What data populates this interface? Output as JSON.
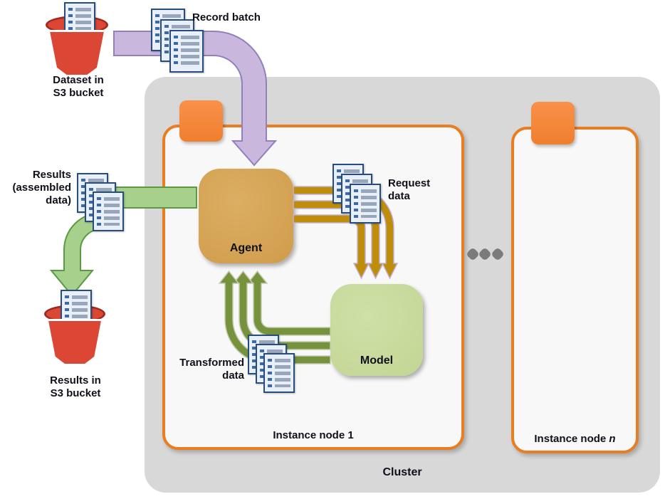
{
  "nodes": {
    "cluster": {
      "label": "Cluster"
    },
    "instance_node_1": {
      "label": "Instance node 1"
    },
    "instance_node_n": {
      "label_prefix": "Instance node ",
      "label_suffix_italic": "n"
    },
    "agent": {
      "label": "Agent"
    },
    "model": {
      "label": "Model"
    }
  },
  "annotations": {
    "record_batch": "Record batch",
    "dataset_bucket": {
      "line1": "Dataset in",
      "line2": "S3 bucket"
    },
    "results_assembled": {
      "line1": "Results",
      "line2": "(assembled",
      "line3": "data)"
    },
    "request_data": {
      "line1": "Request",
      "line2": "data"
    },
    "transformed_data": {
      "line1": "Transformed",
      "line2": "data"
    },
    "results_bucket": {
      "line1": "Results in",
      "line2": "S3 bucket"
    }
  },
  "icons": [
    "s3-bucket-icon",
    "document-icon",
    "document-stack-icon",
    "instance-icon",
    "ellipsis-icon"
  ],
  "colors": {
    "cluster_bg": "#d8d8d8",
    "node_border": "#e87d22",
    "node_bg": "#f8f8f8",
    "instance_icon_orange": "#f6873d",
    "agent_fill": "#d7a456",
    "model_fill": "#c8da9e",
    "record_batch_arrow": "#c9b7dd",
    "request_data_arrow": "#be8e0b",
    "transformed_data_arrow": "#76923c",
    "results_arrow": "#a8d08d",
    "bucket_red": "#db4734",
    "document_border": "#264d7c",
    "text": "#10101a"
  }
}
